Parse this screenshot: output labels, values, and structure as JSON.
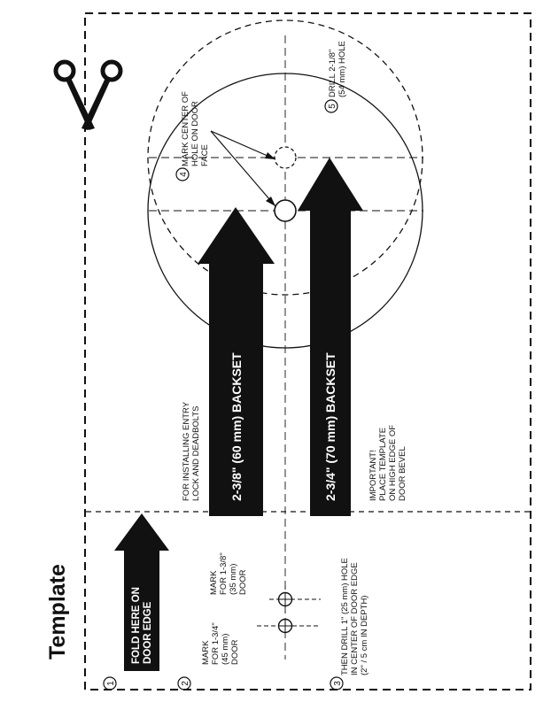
{
  "title": "Template",
  "steps": {
    "s1": {
      "num": "1",
      "lines": [
        "FOLD HERE ON",
        "DOOR EDGE"
      ]
    },
    "s2": {
      "num": "2",
      "lines": [
        "MARK",
        "FOR 1-3/4\"",
        "(45 mm)",
        "DOOR"
      ]
    },
    "s2b": {
      "lines": [
        "MARK",
        "FOR 1-3/8\"",
        "(35 mm)",
        "DOOR"
      ]
    },
    "s3": {
      "num": "3",
      "lines": [
        "THEN DRILL 1\" (25 mm) HOLE",
        "IN CENTER OF DOOR EDGE",
        "(2\" / 5 cm IN DEPTH)"
      ]
    },
    "s4": {
      "num": "4",
      "lines": [
        "MARK CENTER OF",
        "HOLE ON DOOR",
        "FACE"
      ]
    },
    "s5": {
      "num": "5",
      "lines": [
        "DRILL 2-1/8\"",
        "(54 mm) HOLE"
      ]
    }
  },
  "notes": {
    "entry": [
      "FOR INSTALLING ENTRY",
      "LOCK AND DEADBOLTS"
    ],
    "important": [
      "IMPORTANT!",
      "PLACE TEMPLATE",
      "ON HIGH EDGE OF",
      "DOOR BEVEL"
    ]
  },
  "backsets": {
    "a": "2-3/8\" (60 mm) BACKSET",
    "b": "2-3/4\" (70 mm) BACKSET"
  },
  "icons": {
    "scissors": "scissors-icon"
  }
}
